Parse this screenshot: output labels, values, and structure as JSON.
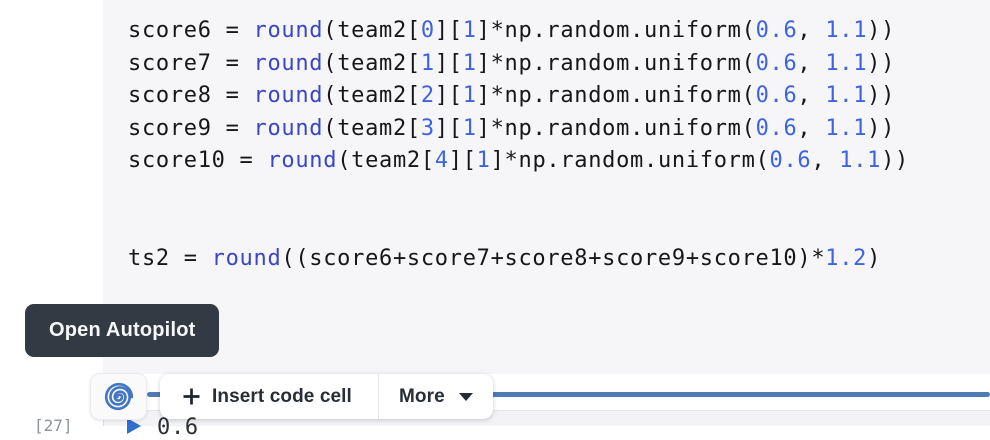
{
  "tooltip": {
    "label": "Open Autopilot"
  },
  "toolbar": {
    "insert_button": {
      "label": "Insert code cell"
    },
    "more_button": {
      "label": "More"
    }
  },
  "code_cell": {
    "language": "python",
    "lines": [
      [
        [
          "t",
          "score6 = "
        ],
        [
          "k",
          "round"
        ],
        [
          "t",
          "(team2["
        ],
        [
          "n",
          "0"
        ],
        [
          "t",
          "]["
        ],
        [
          "n",
          "1"
        ],
        [
          "t",
          "]*np.random.uniform("
        ],
        [
          "n",
          "0.6"
        ],
        [
          "t",
          ", "
        ],
        [
          "n",
          "1.1"
        ],
        [
          "t",
          "))"
        ]
      ],
      [
        [
          "t",
          "score7 = "
        ],
        [
          "k",
          "round"
        ],
        [
          "t",
          "(team2["
        ],
        [
          "n",
          "1"
        ],
        [
          "t",
          "]["
        ],
        [
          "n",
          "1"
        ],
        [
          "t",
          "]*np.random.uniform("
        ],
        [
          "n",
          "0.6"
        ],
        [
          "t",
          ", "
        ],
        [
          "n",
          "1.1"
        ],
        [
          "t",
          "))"
        ]
      ],
      [
        [
          "t",
          "score8 = "
        ],
        [
          "k",
          "round"
        ],
        [
          "t",
          "(team2["
        ],
        [
          "n",
          "2"
        ],
        [
          "t",
          "]["
        ],
        [
          "n",
          "1"
        ],
        [
          "t",
          "]*np.random.uniform("
        ],
        [
          "n",
          "0.6"
        ],
        [
          "t",
          ", "
        ],
        [
          "n",
          "1.1"
        ],
        [
          "t",
          "))"
        ]
      ],
      [
        [
          "t",
          "score9 = "
        ],
        [
          "k",
          "round"
        ],
        [
          "t",
          "(team2["
        ],
        [
          "n",
          "3"
        ],
        [
          "t",
          "]["
        ],
        [
          "n",
          "1"
        ],
        [
          "t",
          "]*np.random.uniform("
        ],
        [
          "n",
          "0.6"
        ],
        [
          "t",
          ", "
        ],
        [
          "n",
          "1.1"
        ],
        [
          "t",
          "))"
        ]
      ],
      [
        [
          "t",
          "score10 = "
        ],
        [
          "k",
          "round"
        ],
        [
          "t",
          "(team2["
        ],
        [
          "n",
          "4"
        ],
        [
          "t",
          "]["
        ],
        [
          "n",
          "1"
        ],
        [
          "t",
          "]*np.random.uniform("
        ],
        [
          "n",
          "0.6"
        ],
        [
          "t",
          ", "
        ],
        [
          "n",
          "1.1"
        ],
        [
          "t",
          "))"
        ]
      ],
      [],
      [],
      [
        [
          "t",
          "ts2 = "
        ],
        [
          "k",
          "round"
        ],
        [
          "t",
          "((score6+score7+score8+score9+score10)*"
        ],
        [
          "n",
          "1.2"
        ],
        [
          "t",
          ")"
        ]
      ]
    ]
  },
  "next_cell": {
    "execution_count": "[27]",
    "code_fragment": "0.6"
  },
  "colors": {
    "keyword": "#3a46c4",
    "number": "#3e63e0",
    "code_text": "#17171b",
    "accent_line": "#4f7cb5",
    "tooltip_bg": "#333a44",
    "cell_bg": "#f6f6f8"
  }
}
